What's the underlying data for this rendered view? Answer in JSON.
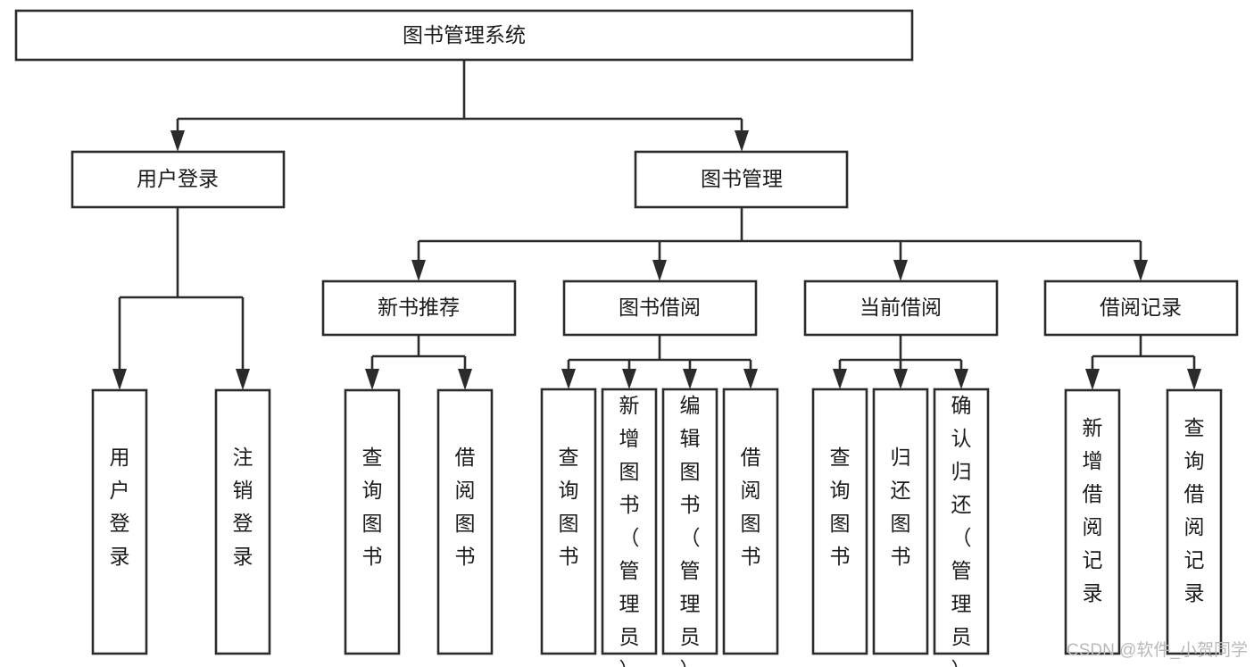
{
  "diagram": {
    "title": "图书管理系统",
    "type": "tree-hierarchy-chart",
    "root": {
      "label": "图书管理系统"
    },
    "level2": [
      {
        "label": "用户登录"
      },
      {
        "label": "图书管理"
      }
    ],
    "level3": [
      {
        "label": "新书推荐"
      },
      {
        "label": "图书借阅"
      },
      {
        "label": "当前借阅"
      },
      {
        "label": "借阅记录"
      }
    ],
    "leaves": {
      "user_login": [
        {
          "label": "用户登录"
        },
        {
          "label": "注销登录"
        }
      ],
      "new_book_recommend": [
        {
          "label": "查询图书"
        },
        {
          "label": "借阅图书"
        }
      ],
      "book_borrow": [
        {
          "label": "查询图书"
        },
        {
          "label": "新增图书（管理员）"
        },
        {
          "label": "编辑图书（管理员）"
        },
        {
          "label": "借阅图书"
        }
      ],
      "current_borrow": [
        {
          "label": "查询图书"
        },
        {
          "label": "归还图书"
        },
        {
          "label": "确认归还（管理员）"
        }
      ],
      "borrow_record": [
        {
          "label": "新增借阅记录"
        },
        {
          "label": "查询借阅记录"
        }
      ]
    },
    "watermark": "CSDN @软件_小贺同学",
    "colors": {
      "box_stroke": "#2b2b2b",
      "box_fill": "#ffffff",
      "text": "#1b1b1b",
      "watermark": "#b9b9b9",
      "background": "#ffffff"
    }
  }
}
